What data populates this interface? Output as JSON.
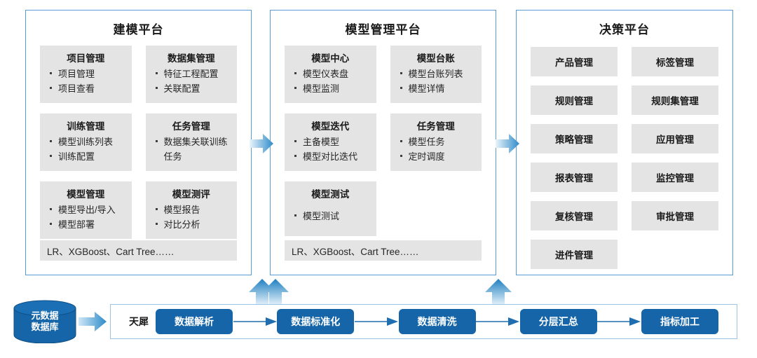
{
  "colors": {
    "panel_border": "#5b9bd5",
    "card_bg": "#e4e4e4",
    "stage_blue": "#1565a8",
    "pipeline_border": "#9dc3e6",
    "arrow_blue": "#2e8bc9"
  },
  "panels": [
    {
      "id": "modeling",
      "title": "建模平台",
      "cards": [
        {
          "title": "项目管理",
          "items": [
            "项目管理",
            "项目查看"
          ]
        },
        {
          "title": "数据集管理",
          "items": [
            "特征工程配置",
            "关联配置"
          ]
        },
        {
          "title": "训练管理",
          "items": [
            "模型训练列表",
            "训练配置"
          ]
        },
        {
          "title": "任务管理",
          "items": [
            "数据集关联训练任务"
          ]
        },
        {
          "title": "模型管理",
          "items": [
            "模型导出/导入",
            "模型部署"
          ]
        },
        {
          "title": "模型测评",
          "items": [
            "模型报告",
            "对比分析"
          ]
        }
      ],
      "algo_bar": "LR、XGBoost、Cart Tree……"
    },
    {
      "id": "model-mgmt",
      "title": "模型管理平台",
      "cards": [
        {
          "title": "模型中心",
          "items": [
            "模型仪表盘",
            "模型监测"
          ]
        },
        {
          "title": "模型台账",
          "items": [
            "模型台账列表",
            "模型详情"
          ]
        },
        {
          "title": "模型迭代",
          "items": [
            "主备模型",
            "模型对比迭代"
          ]
        },
        {
          "title": "任务管理",
          "items": [
            "模型任务",
            "定时调度"
          ]
        },
        {
          "title": "模型测试",
          "items": [
            "模型测试"
          ]
        }
      ],
      "algo_bar": "LR、XGBoost、Cart Tree……"
    },
    {
      "id": "decision",
      "title": "决策平台",
      "tiles": [
        "产品管理",
        "标签管理",
        "规则管理",
        "规则集管理",
        "策略管理",
        "应用管理",
        "报表管理",
        "监控管理",
        "复核管理",
        "审批管理",
        "进件管理"
      ]
    }
  ],
  "data_source": {
    "database_line1": "元数据",
    "database_line2": "数据库"
  },
  "pipeline": {
    "source_label": "天犀",
    "stages": [
      "数据解析",
      "数据标准化",
      "数据清洗",
      "分层汇总",
      "指标加工"
    ]
  }
}
